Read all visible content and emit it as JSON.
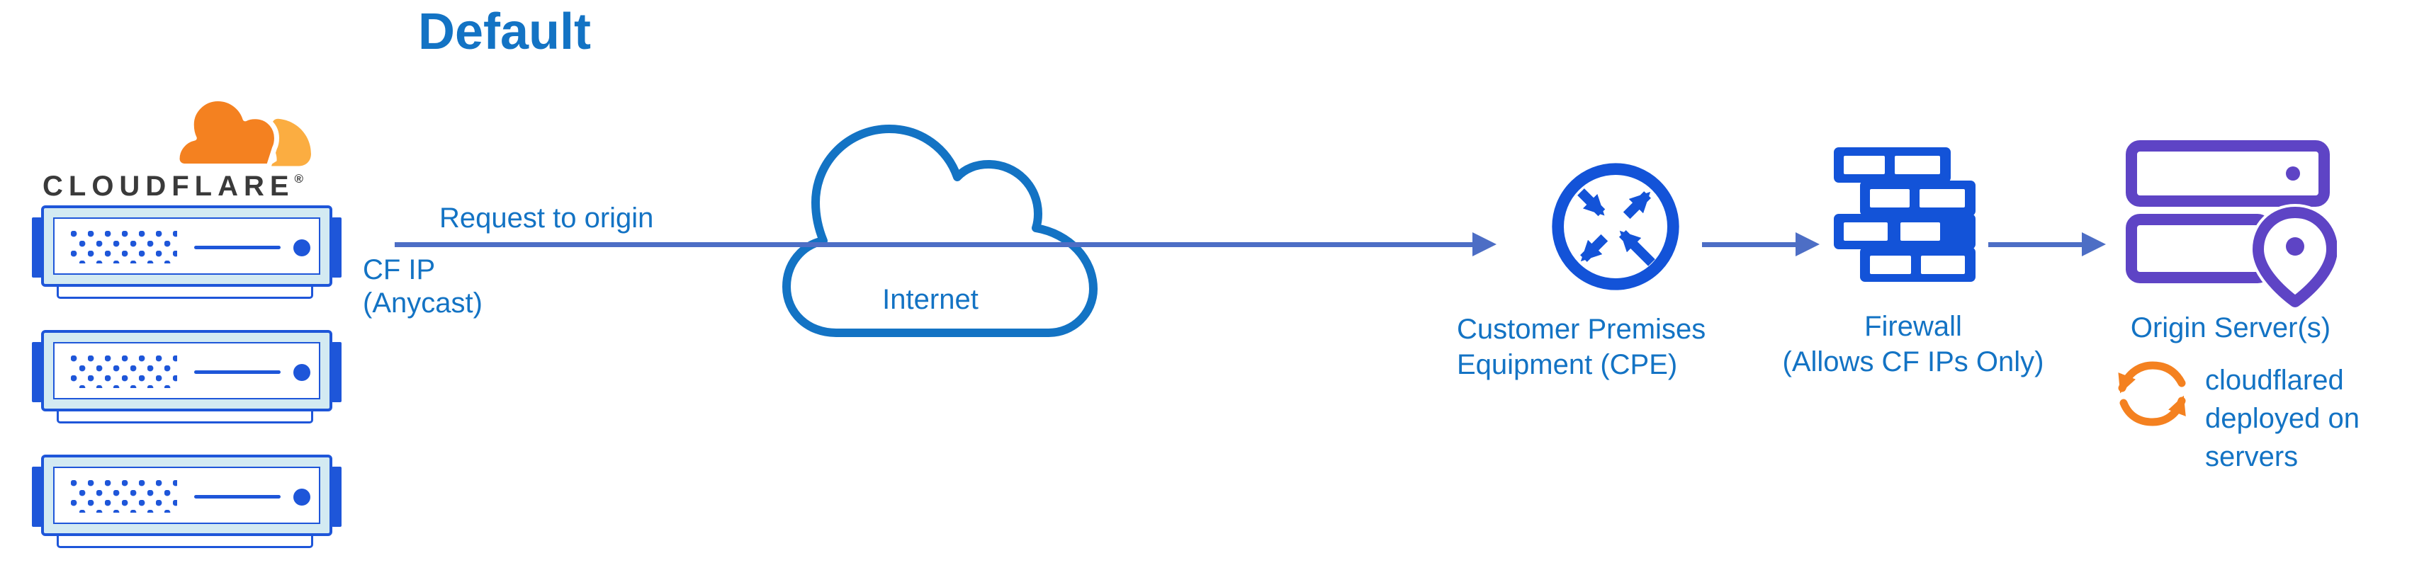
{
  "title": "Default",
  "brand": {
    "wordmark": "CLOUDFLARE",
    "registered_mark": "®"
  },
  "flow": {
    "request_label": "Request to origin",
    "cf_ip_label": [
      "CF IP",
      "(Anycast)"
    ]
  },
  "internet": {
    "label": "Internet"
  },
  "nodes": {
    "cpe": {
      "label": [
        "Customer Premises",
        "Equipment (CPE)"
      ]
    },
    "firewall": {
      "label": [
        "Firewall",
        "(Allows CF IPs Only)"
      ]
    },
    "origin": {
      "label": "Origin Server(s)",
      "note": [
        "cloudflared",
        "deployed on",
        "servers"
      ]
    }
  },
  "colors": {
    "text_blue": "#1373c4",
    "arrow_blue": "#4d6ec5",
    "icon_blue": "#1353d8",
    "server_blue": "#1e56d9",
    "server_light": "#d3eaf2",
    "cloud_blue": "#1373c4",
    "purple": "#5e44c5",
    "orange": "#f48120",
    "orange_light": "#fbad41",
    "wordmark": "#3a3a3a"
  }
}
